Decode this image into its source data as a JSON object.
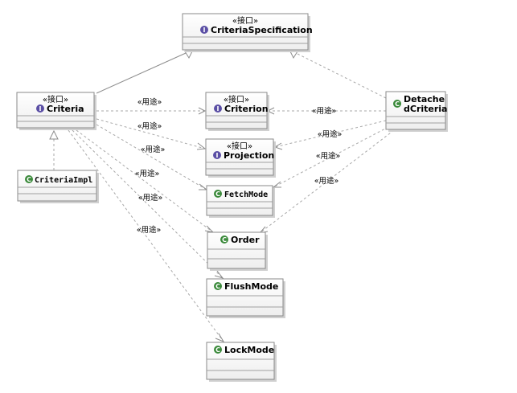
{
  "stereotype_interface": "«接口»",
  "relation_label": "«用途»",
  "classes": {
    "criteria_specification": {
      "name": "CriteriaSpecification",
      "kind": "interface"
    },
    "criteria": {
      "name": "Criteria",
      "kind": "interface"
    },
    "criterion": {
      "name": "Criterion",
      "kind": "interface"
    },
    "projection": {
      "name": "Projection",
      "kind": "interface"
    },
    "detached_criteria": {
      "name_line1": "Detache",
      "name_line2": "dCriteria",
      "kind": "class"
    },
    "criteria_impl": {
      "name": "CriteriaImpl",
      "kind": "class"
    },
    "fetch_mode": {
      "name": "FetchMode",
      "kind": "class"
    },
    "order": {
      "name": "Order",
      "kind": "class"
    },
    "flush_mode": {
      "name": "FlushMode",
      "kind": "class"
    },
    "lock_mode": {
      "name": "LockMode",
      "kind": "class"
    }
  },
  "icons": {
    "interface": "interface-icon",
    "class": "class-icon"
  },
  "colors": {
    "interface_icon": "#5b4fa5",
    "class_icon": "#3b8a3b",
    "box_top": "#ffffff",
    "box_bottom": "#f0f0f0",
    "line": "#8c8c8c"
  }
}
